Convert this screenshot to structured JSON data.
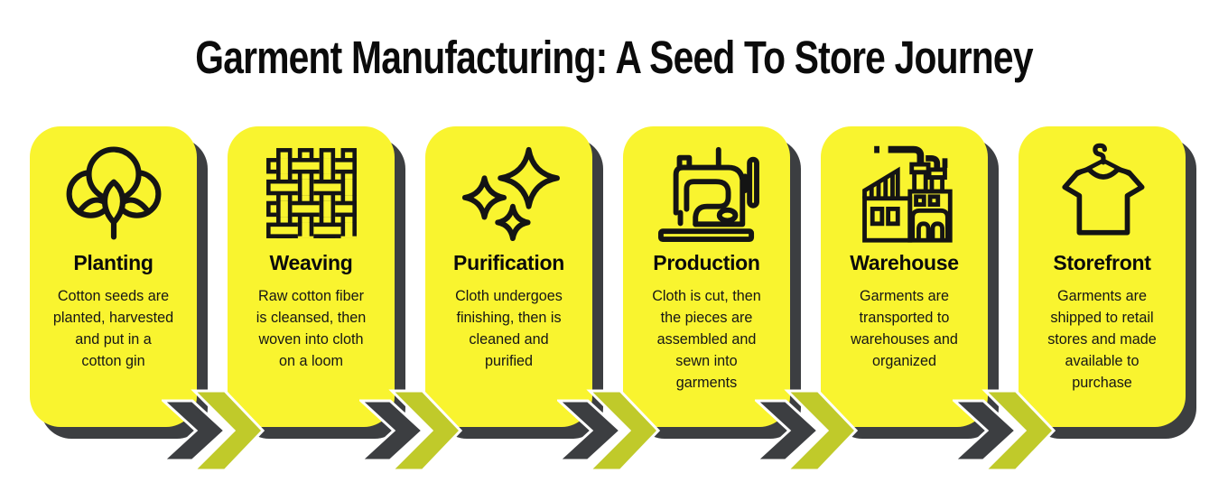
{
  "title": "Garment Manufacturing: A Seed To Store Journey",
  "colors": {
    "background": "#FFFFFF",
    "card_background": "#F9F42F",
    "card_shadow": "#3C3E41",
    "arrow_dark": "#3C3E41",
    "arrow_olive": "#C0CA2A",
    "arrow_outline": "#FFFFFF",
    "text": "#0B0B0B"
  },
  "cards": [
    {
      "icon": "cotton-flower-icon",
      "title": "Planting",
      "description": "Cotton seeds are\nplanted, harvested\nand put in a\ncotton gin"
    },
    {
      "icon": "woven-fabric-icon",
      "title": "Weaving",
      "description": "Raw cotton fiber\nis cleansed, then\nwoven into cloth\non a loom"
    },
    {
      "icon": "sparkles-icon",
      "title": "Purification",
      "description": "Cloth undergoes\nfinishing, then is\ncleaned and\npurified"
    },
    {
      "icon": "sewing-machine-icon",
      "title": "Production",
      "description": "Cloth is cut, then\nthe pieces are\nassembled and\nsewn into\ngarments"
    },
    {
      "icon": "factory-icon",
      "title": "Warehouse",
      "description": "Garments are\ntransported to\nwarehouses and\norganized"
    },
    {
      "icon": "tshirt-hanger-icon",
      "title": "Storefront",
      "description": "Garments are\nshipped to retail\nstores and made\navailable to\npurchase"
    }
  ],
  "flow_arrows": {
    "count": 5,
    "style": "double-chevron",
    "direction": "right"
  }
}
